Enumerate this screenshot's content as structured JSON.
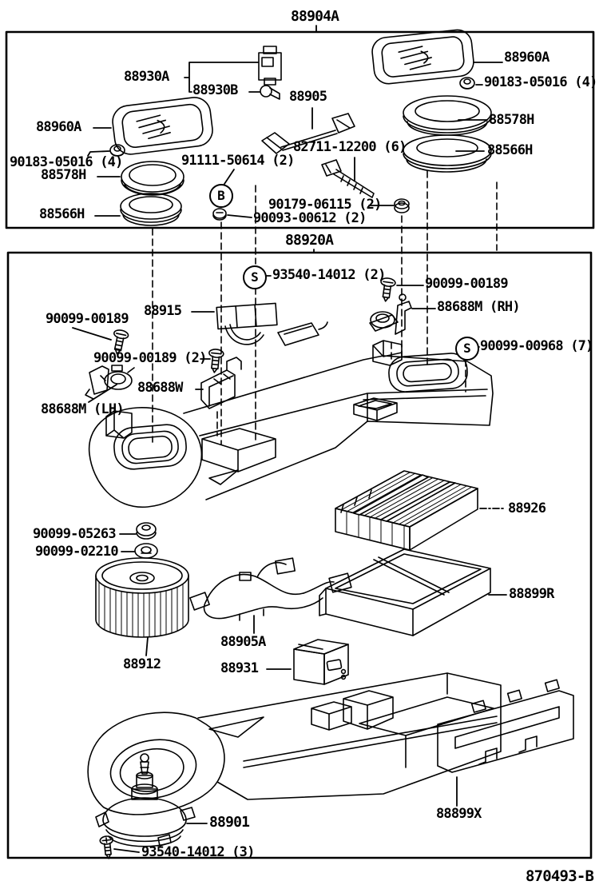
{
  "diagram": {
    "title_top_assembly": "88904A",
    "title_main_assembly": "88920A",
    "drawing_number": "870493-B",
    "symbols": {
      "circle_b": "B",
      "circle_s": "S"
    },
    "callouts": {
      "c88930a": "88930A",
      "c88930b": "88930B",
      "c88905": "88905",
      "c88960a_right": "88960A",
      "c90183_right": "90183-05016 (4)",
      "c88578h_right": "88578H",
      "c88566h_right": "88566H",
      "c88960a_left": "88960A",
      "c90183_left": "90183-05016 (4)",
      "c88578h_left": "88578H",
      "c88566h_left": "88566H",
      "c91111": "91111-50614 (2)",
      "c82711": "82711-12200 (6)",
      "c90179": "90179-06115 (2)",
      "c90093": "90093-00612 (2)",
      "c93540_2": "93540-14012 (2)",
      "c90099_00189_right": "90099-00189",
      "c88688m_rh": "88688M (RH)",
      "c88915": "88915",
      "c90099_00189_left": "90099-00189",
      "c90099_00189_2": "90099-00189 (2)",
      "c88688w": "88688W",
      "c88688m_lh": "88688M (LH)",
      "c90099_00968": "90099-00968 (7)",
      "c88926": "88926",
      "c90099_05263": "90099-05263",
      "c90099_02210": "90099-02210",
      "c88899r": "88899R",
      "c88905a": "88905A",
      "c88912": "88912",
      "c88931": "88931",
      "c88901": "88901",
      "c93540_3": "93540-14012 (3)",
      "c88899x": "88899X"
    }
  }
}
